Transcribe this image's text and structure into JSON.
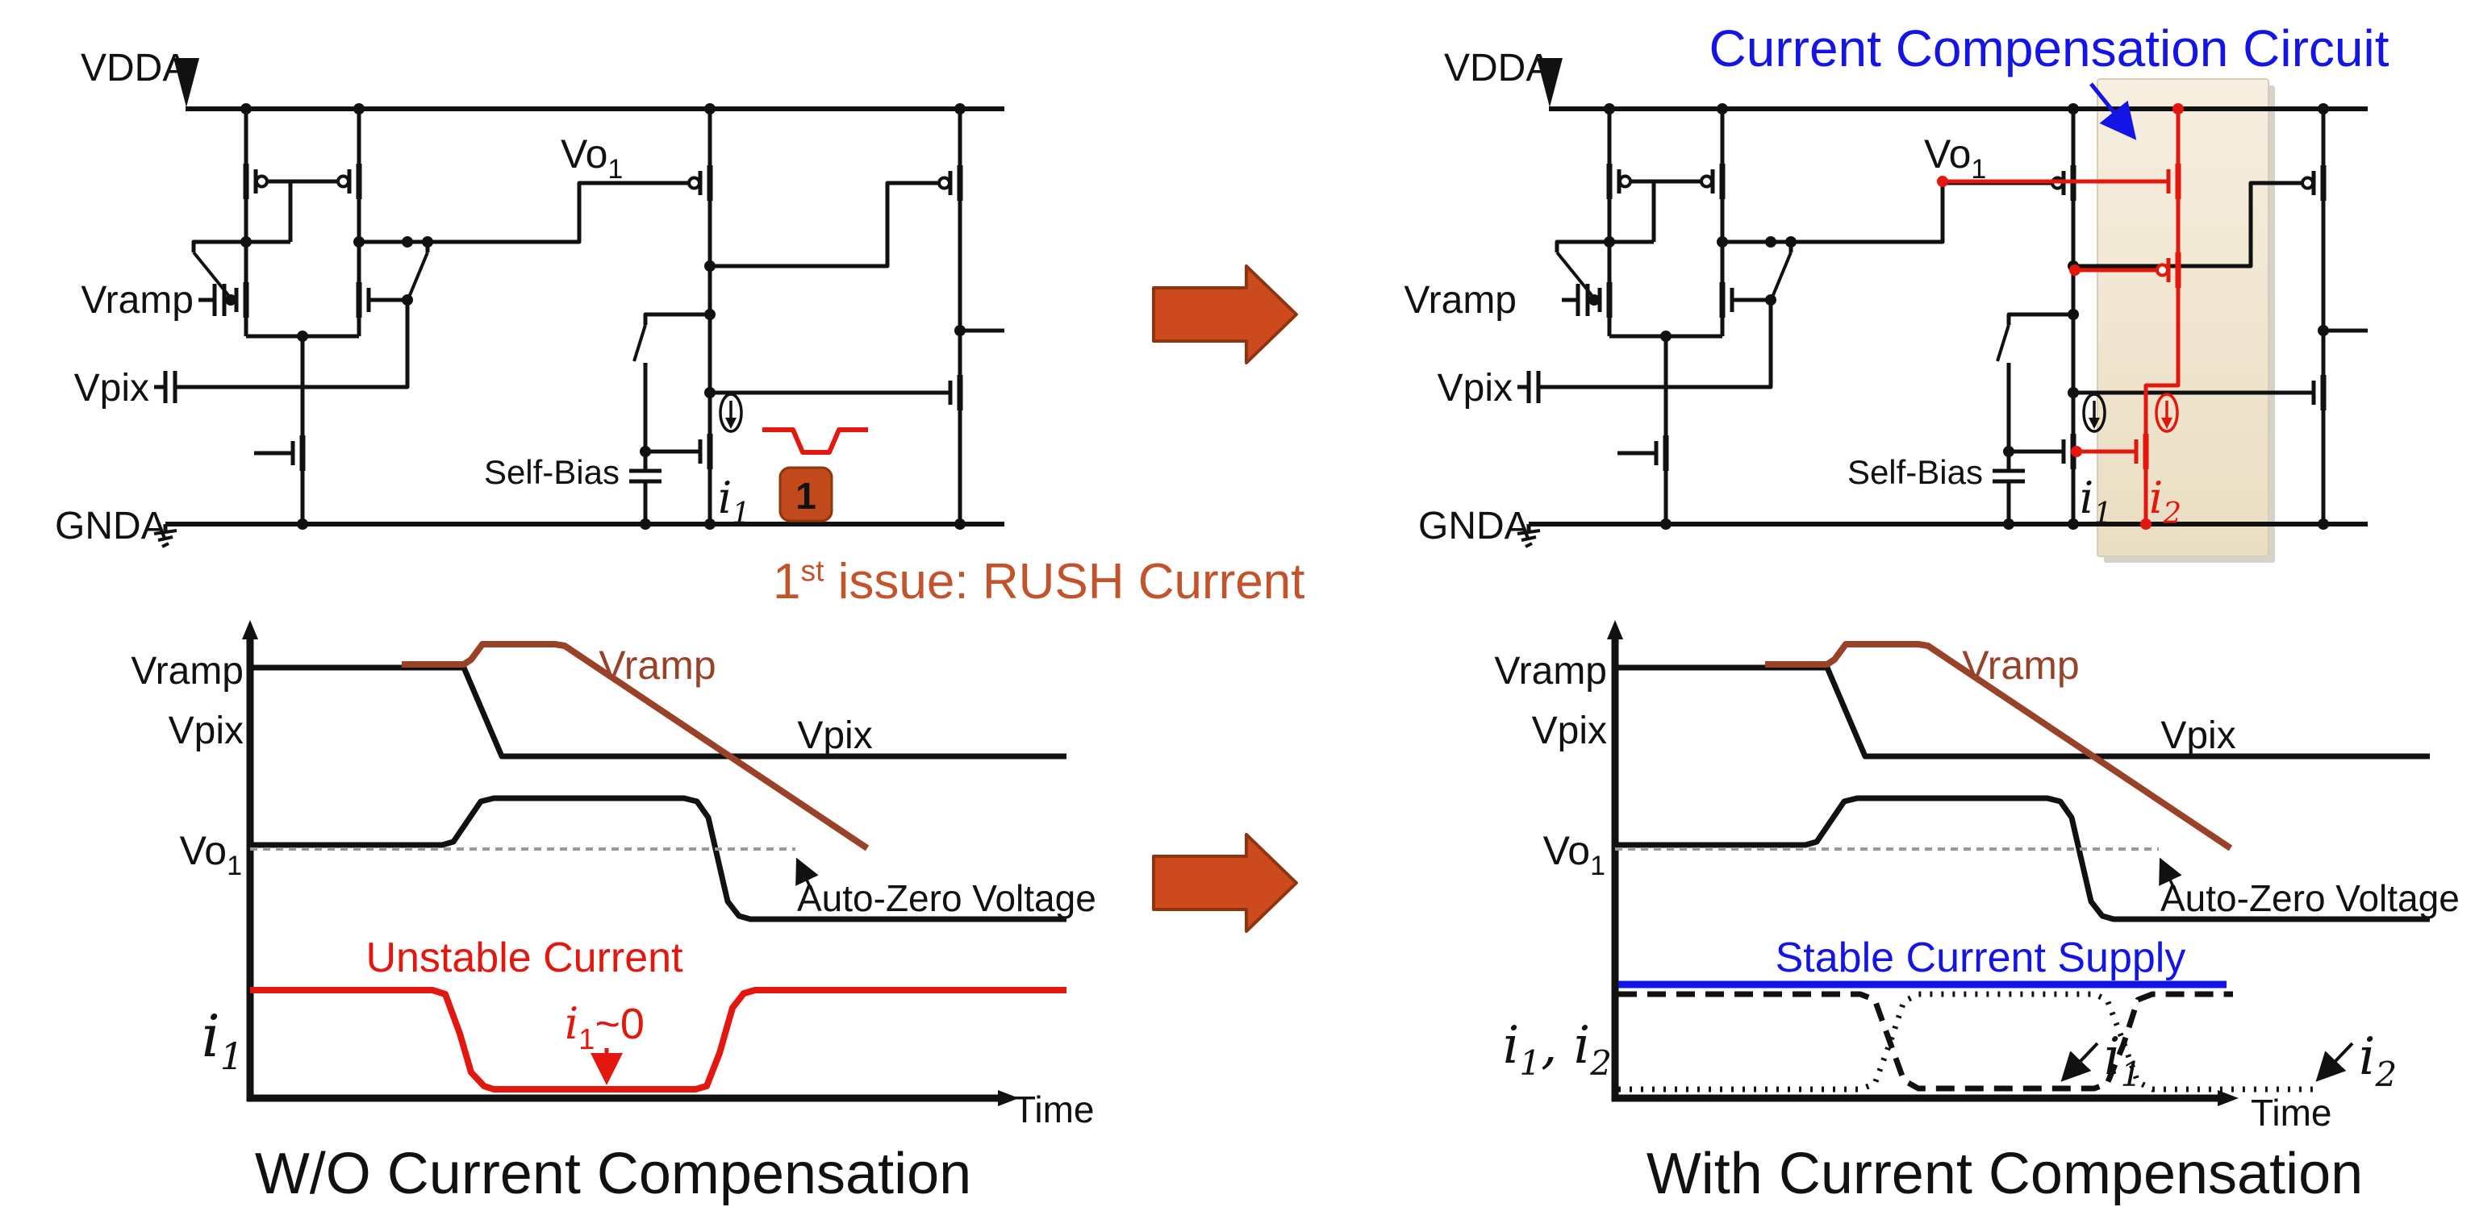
{
  "colors": {
    "accent_orange": "#C2532B",
    "arrow_fill": "#CC4A1E",
    "arrow_border": "#8E3510",
    "badge_fill": "#C2491C",
    "blue": "#1414E6",
    "red": "#E3170D",
    "brown": "#9A4228",
    "beige_band": "#F2E7D4",
    "dashed_gray": "#999999"
  },
  "issue_note": {
    "number": "1",
    "ordinal_suffix": "st",
    "text": " issue: RUSH Current"
  },
  "left_circuit": {
    "vdda": "VDDA",
    "vramp": "Vramp",
    "vpix": "Vpix",
    "gnda": "GNDA",
    "self_bias": "Self-Bias",
    "vo_base": "Vo",
    "vo_sub": "1",
    "i1_base": "i",
    "i1_sub": "1",
    "badge": "1"
  },
  "right_circuit": {
    "title": "Current Compensation Circuit",
    "vdda": "VDDA",
    "vramp": "Vramp",
    "vpix": "Vpix",
    "gnda": "GNDA",
    "self_bias": "Self-Bias",
    "vo_base": "Vo",
    "vo_sub": "1",
    "i1_base": "i",
    "i1_sub": "1",
    "i2_base": "i",
    "i2_sub": "2"
  },
  "left_chart": {
    "y_vramp": "Vramp",
    "y_vpix": "Vpix",
    "y_vo_base": "Vo",
    "y_vo_sub": "1",
    "y_i_base": "i",
    "y_i_sub": "1",
    "vramp_label": "Vramp",
    "vpix_label": "Vpix",
    "az_label": "Auto-Zero Voltage",
    "unstable_label": "Unstable Current",
    "i1zero_base": "i",
    "i1zero_sub": "1",
    "i1zero_rest": "~0",
    "time": "Time",
    "caption": "W/O Current Compensation"
  },
  "right_chart": {
    "y_vramp": "Vramp",
    "y_vpix": "Vpix",
    "y_vo_base": "Vo",
    "y_vo_sub": "1",
    "y_i_parts": {
      "i1_base": "i",
      "i1_sub": "1",
      "comma": ", ",
      "i2_base": "i",
      "i2_sub": "2"
    },
    "vramp_label": "Vramp",
    "vpix_label": "Vpix",
    "az_label": "Auto-Zero Voltage",
    "stable_label": "Stable Current Supply",
    "i1_base": "i",
    "i1_sub": "1",
    "i2_base": "i",
    "i2_sub": "2",
    "time": "Time",
    "caption": "With Current Compensation"
  },
  "chart_data": [
    {
      "type": "line",
      "title": "W/O Current Compensation",
      "xlabel": "Time",
      "description": "Timing sketch: Vramp steps up then ramps down crossing Vpix; Vpix drops to a low plateau; Vo1 steps above the auto-zero voltage then falls below it; comparator current i1 collapses to ~0 during the rush-current interval then recovers.",
      "series": [
        {
          "name": "x-axis",
          "color": "#111111",
          "width": 9,
          "points": [
            [
              306,
              1362
            ],
            [
              1240,
              1362
            ]
          ]
        },
        {
          "name": "y-axis",
          "color": "#111111",
          "width": 9,
          "points": [
            [
              310,
              1366
            ],
            [
              310,
              786
            ]
          ]
        },
        {
          "name": "Vpix",
          "color": "#111111",
          "width": 7,
          "points": [
            [
              310,
              828
            ],
            [
              575,
              828
            ],
            [
              622,
              938
            ],
            [
              1322,
              938
            ]
          ]
        },
        {
          "name": "Vramp",
          "color": "#9A4228",
          "width": 8,
          "points": [
            [
              498,
              824
            ],
            [
              575,
              824
            ],
            [
              584,
              818
            ],
            [
              598,
              799
            ],
            [
              688,
              799
            ],
            [
              700,
              801
            ],
            [
              1075,
              1052
            ]
          ]
        },
        {
          "name": "Vo1",
          "color": "#111111",
          "width": 7,
          "points": [
            [
              310,
              1048
            ],
            [
              548,
              1048
            ],
            [
              562,
              1044
            ],
            [
              596,
              994
            ],
            [
              612,
              990
            ],
            [
              848,
              990
            ],
            [
              864,
              994
            ],
            [
              878,
              1014
            ],
            [
              890,
              1066
            ],
            [
              902,
              1118
            ],
            [
              916,
              1136
            ],
            [
              930,
              1140
            ],
            [
              1322,
              1140
            ]
          ]
        },
        {
          "name": "Auto-Zero Voltage",
          "color": "#999999",
          "width": 4,
          "dash": "9 7",
          "points": [
            [
              310,
              1053
            ],
            [
              986,
              1053
            ]
          ]
        },
        {
          "name": "i1",
          "color": "#E3170D",
          "width": 8,
          "points": [
            [
              310,
              1228
            ],
            [
              536,
              1228
            ],
            [
              552,
              1233
            ],
            [
              570,
              1282
            ],
            [
              584,
              1330
            ],
            [
              600,
              1347
            ],
            [
              612,
              1351
            ],
            [
              862,
              1351
            ],
            [
              876,
              1347
            ],
            [
              892,
              1306
            ],
            [
              908,
              1250
            ],
            [
              922,
              1232
            ],
            [
              936,
              1228
            ],
            [
              1322,
              1228
            ]
          ]
        }
      ]
    },
    {
      "type": "line",
      "title": "With Current Compensation",
      "xlabel": "Time",
      "description": "Same voltage waveforms; bottom shows complementary currents i1 (dashed) and i2 (dotted) crossing over twice so that their sum is the constant blue Stable Current Supply line.",
      "series": [
        {
          "name": "x-axis",
          "color": "#111111",
          "width": 9,
          "points": [
            [
              1998,
              1362
            ],
            [
              2752,
              1362
            ]
          ]
        },
        {
          "name": "y-axis",
          "color": "#111111",
          "width": 9,
          "points": [
            [
              2002,
              1366
            ],
            [
              2002,
              786
            ]
          ]
        },
        {
          "name": "Vpix",
          "color": "#111111",
          "width": 7,
          "points": [
            [
              2002,
              828
            ],
            [
              2265,
              828
            ],
            [
              2312,
              938
            ],
            [
              3012,
              938
            ]
          ]
        },
        {
          "name": "Vramp",
          "color": "#9A4228",
          "width": 8,
          "points": [
            [
              2188,
              824
            ],
            [
              2265,
              824
            ],
            [
              2274,
              818
            ],
            [
              2288,
              799
            ],
            [
              2378,
              799
            ],
            [
              2390,
              801
            ],
            [
              2765,
              1052
            ]
          ]
        },
        {
          "name": "Vo1",
          "color": "#111111",
          "width": 7,
          "points": [
            [
              2002,
              1048
            ],
            [
              2238,
              1048
            ],
            [
              2252,
              1044
            ],
            [
              2286,
              994
            ],
            [
              2302,
              990
            ],
            [
              2538,
              990
            ],
            [
              2554,
              994
            ],
            [
              2568,
              1014
            ],
            [
              2580,
              1066
            ],
            [
              2592,
              1118
            ],
            [
              2606,
              1136
            ],
            [
              2620,
              1140
            ],
            [
              3012,
              1140
            ]
          ]
        },
        {
          "name": "Auto-Zero Voltage",
          "color": "#999999",
          "width": 4,
          "dash": "9 7",
          "points": [
            [
              2002,
              1053
            ],
            [
              2676,
              1053
            ]
          ]
        },
        {
          "name": "Stable Current Supply",
          "color": "#1414E6",
          "width": 9,
          "points": [
            [
              2006,
              1221
            ],
            [
              2760,
              1221
            ]
          ]
        },
        {
          "name": "i1 (dashed)",
          "color": "#111111",
          "width": 7,
          "dash": "23 13",
          "points": [
            [
              2006,
              1233
            ],
            [
              2306,
              1233
            ],
            [
              2324,
              1240
            ],
            [
              2344,
              1296
            ],
            [
              2360,
              1340
            ],
            [
              2378,
              1350
            ],
            [
              2596,
              1350
            ],
            [
              2612,
              1344
            ],
            [
              2632,
              1296
            ],
            [
              2650,
              1240
            ],
            [
              2668,
              1233
            ],
            [
              2768,
              1233
            ]
          ]
        },
        {
          "name": "i2 (dotted)",
          "color": "#111111",
          "width": 7,
          "dash": "3 11",
          "points": [
            [
              2006,
              1351
            ],
            [
              2306,
              1351
            ],
            [
              2324,
              1344
            ],
            [
              2344,
              1290
            ],
            [
              2360,
              1242
            ],
            [
              2378,
              1233
            ],
            [
              2596,
              1233
            ],
            [
              2612,
              1240
            ],
            [
              2632,
              1292
            ],
            [
              2650,
              1342
            ],
            [
              2668,
              1351
            ],
            [
              2872,
              1351
            ]
          ]
        }
      ]
    }
  ]
}
